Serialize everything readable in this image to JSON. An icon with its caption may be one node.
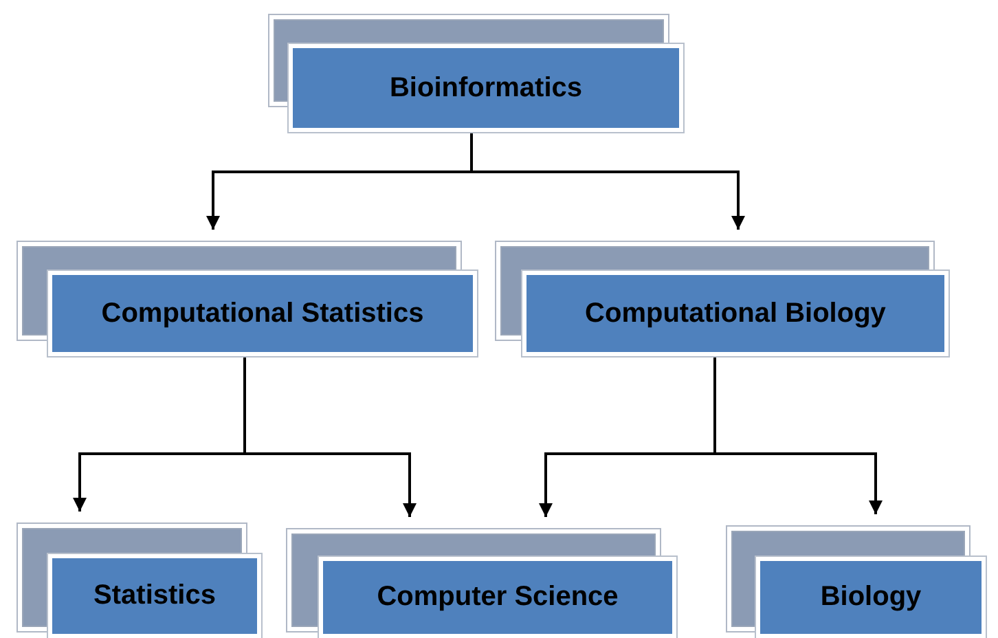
{
  "diagram": {
    "nodes": [
      {
        "text": [
          "Bioinformatics"
        ]
      },
      {
        "text": [
          "Computational Statistics"
        ]
      },
      {
        "text": [
          "Computational Biology"
        ]
      },
      {
        "text": [
          "Statistics"
        ]
      },
      {
        "text": [
          "Computer Science"
        ]
      },
      {
        "text": [
          "Biology"
        ]
      }
    ],
    "edges": [
      {
        "from": 0,
        "to": 1,
        "arrow": "to"
      },
      {
        "from": 0,
        "to": 2,
        "arrow": "to"
      },
      {
        "from": 1,
        "to": 3,
        "arrow": "to"
      },
      {
        "from": 1,
        "to": 4,
        "arrow": "to"
      },
      {
        "from": 2,
        "to": 4,
        "arrow": "to"
      },
      {
        "from": 2,
        "to": 5,
        "arrow": "to"
      }
    ]
  }
}
